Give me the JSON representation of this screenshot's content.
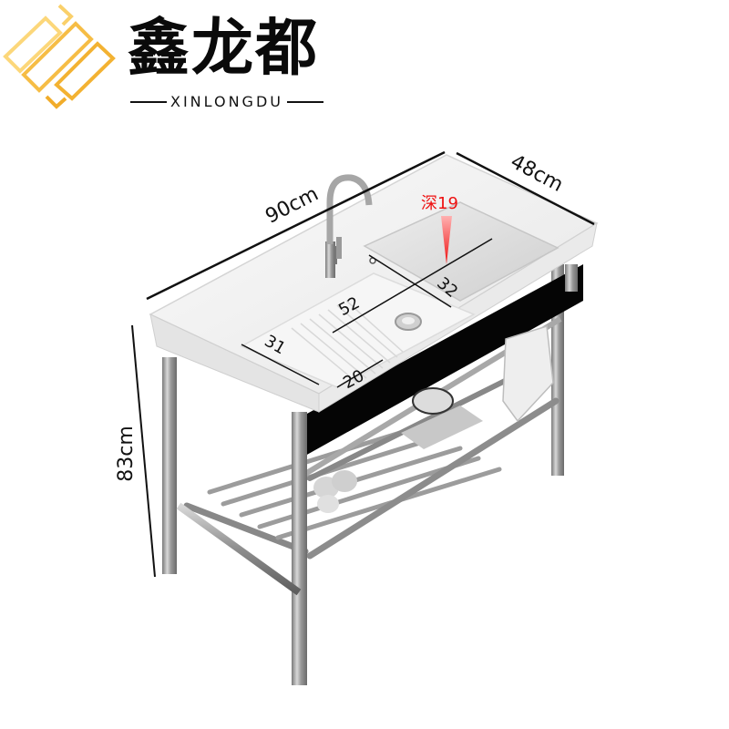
{
  "brand": {
    "name_cn": "鑫龙都",
    "name_en": "XINLONGDU",
    "logo_icon": "interlocking-gold-rectangles-icon",
    "logo_colors": {
      "light": "#fcd77a",
      "mid": "#f6bd45",
      "dark": "#f1ac2a"
    },
    "text_color": "#0a0a0a"
  },
  "product": {
    "description_icon": "ceramic-laundry-sink-with-stainless-steel-stand",
    "colors": {
      "ceramic": "#f4f4f4",
      "steel": "#9a9a9a",
      "apron": "#050505",
      "background": "#ffffff"
    }
  },
  "dimensions": {
    "width": {
      "label": "90cm"
    },
    "depth": {
      "label": "48cm"
    },
    "height": {
      "label": "83cm"
    },
    "basin_depth": {
      "label": "深19",
      "color": "#ee1111"
    },
    "basin_length": {
      "label": "52"
    },
    "basin_width": {
      "label": "32"
    },
    "washboard_length": {
      "label": "31"
    },
    "washboard_width": {
      "label": "20"
    }
  }
}
